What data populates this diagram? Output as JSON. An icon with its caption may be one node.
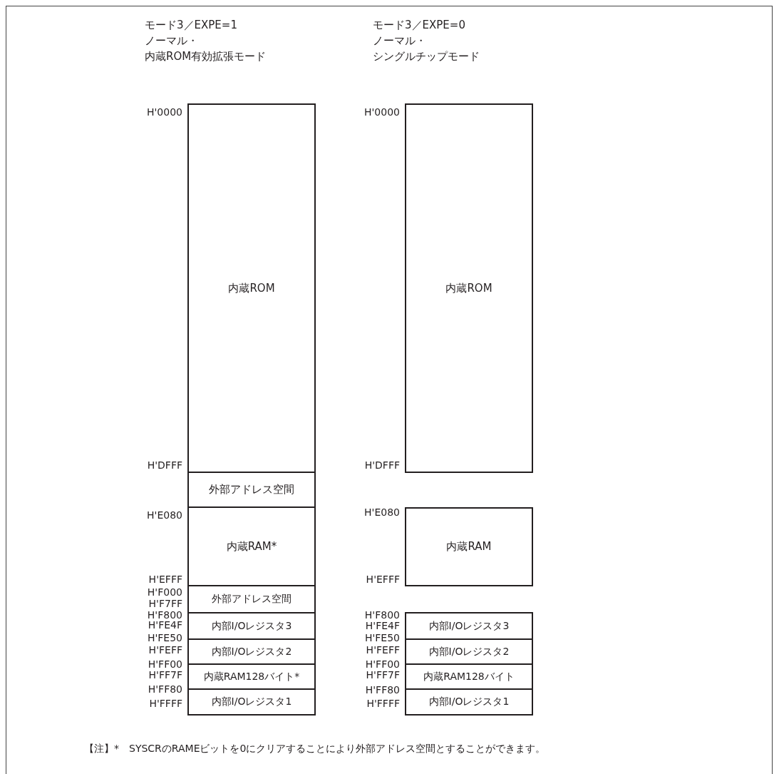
{
  "diagram": {
    "nodes": [
      {
        "text": [
          "内蔵ROM"
        ]
      },
      {
        "text": [
          "外部アドレス空間"
        ]
      },
      {
        "text": [
          "内蔵RAM*"
        ]
      },
      {
        "text": [
          "外部アドレス空間"
        ]
      },
      {
        "text": [
          "内部I/Oレジスタ3"
        ]
      },
      {
        "text": [
          "内部I/Oレジスタ2"
        ]
      },
      {
        "text": [
          "内蔵RAM128バイト*"
        ]
      },
      {
        "text": [
          "内部I/Oレジスタ1"
        ]
      },
      {
        "text": [
          "内蔵ROM"
        ]
      },
      {
        "text": [
          "内蔵RAM"
        ]
      },
      {
        "text": [
          "内部I/Oレジスタ3"
        ]
      },
      {
        "text": [
          "内部I/Oレジスタ2"
        ]
      },
      {
        "text": [
          "内蔵RAM128バイト"
        ]
      },
      {
        "text": [
          "内部I/Oレジスタ1"
        ]
      }
    ],
    "edges": [],
    "labels": [
      "モード3／EXPE=1",
      "ノーマル・",
      "内蔵ROM有効拡張モード",
      "モード3／EXPE=0",
      "ノーマル・",
      "シングルチップモード",
      "H'0000",
      "H'DFFF",
      "H'E080",
      "H'EFFF",
      "H'F000",
      "H'F7FF",
      "H'F800",
      "H'FE4F",
      "H'FE50",
      "H'FEFF",
      "H'FF00",
      "H'FF7F",
      "H'FF80",
      "H'FFFF",
      "H'0000",
      "H'DFFF",
      "H'E080",
      "H'EFFF",
      "H'F800",
      "H'FE4F",
      "H'FE50",
      "H'FEFF",
      "H'FF00",
      "H'FF7F",
      "H'FF80",
      "H'FFFF"
    ],
    "caption": "【注】*　SYSCRのRAMEビットを0にクリアすることにより外部アドレス空間とすることができます。"
  }
}
